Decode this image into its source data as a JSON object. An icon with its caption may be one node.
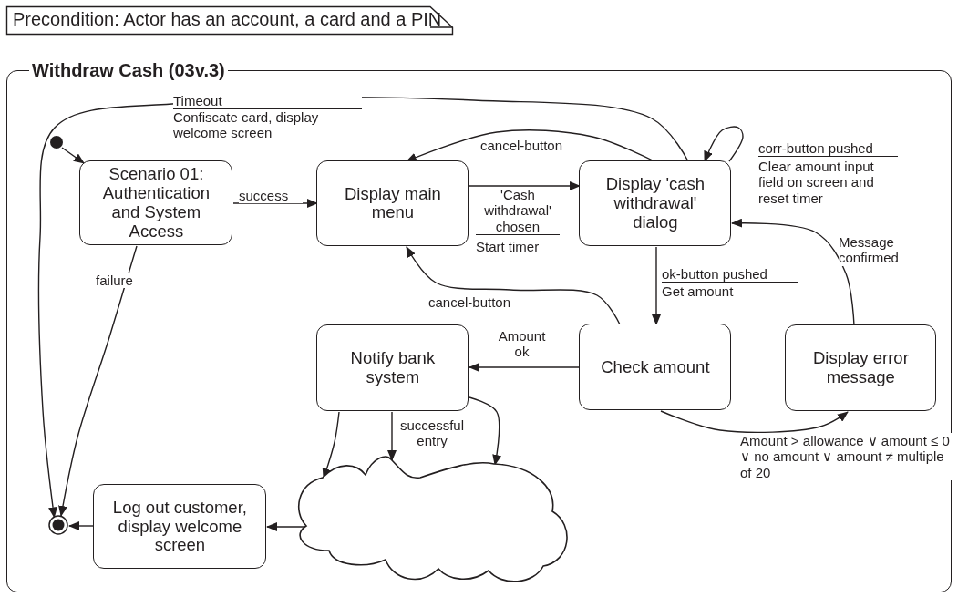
{
  "diagram": {
    "nodes": [
      {
        "text": [
          "Precondition: Actor has an account, a card and a PIN"
        ]
      },
      {
        "text": [
          "Withdraw Cash (03v.3)"
        ]
      },
      {
        "text": [],
        "shape": "circle",
        "in": 1
      },
      {
        "text": [
          "Scenario 01: Authentication and System Access"
        ],
        "in": 1
      },
      {
        "text": [
          "Display main menu"
        ],
        "in": 1
      },
      {
        "text": [
          "Display 'cash withdrawal' dialog"
        ],
        "in": 1
      },
      {
        "text": [
          "Notify bank system"
        ],
        "in": 1
      },
      {
        "text": [
          "Check amount"
        ],
        "in": 1
      },
      {
        "text": [
          "Display error message"
        ],
        "in": 1
      },
      {
        "text": [],
        "shape": "cloud",
        "in": 1
      },
      {
        "text": [
          "Log out customer, display welcome screen"
        ],
        "in": 1
      },
      {
        "text": [],
        "shape": "circle",
        "in": 1
      }
    ],
    "edges": [
      {
        "from": 5,
        "to": 11,
        "arrow": "to",
        "label": "Timeout"
      },
      {
        "from": 2,
        "to": 3,
        "arrow": "to"
      },
      {
        "from": 3,
        "to": 4,
        "arrow": "to",
        "label": "success"
      },
      {
        "from": 3,
        "to": 11,
        "arrow": "to",
        "label": "failure"
      },
      {
        "from": 4,
        "to": 5,
        "arrow": "to",
        "label": "'Cash withdrawal' chosen"
      },
      {
        "from": 5,
        "to": 4,
        "arrow": "to",
        "label": "cancel-button"
      },
      {
        "from": 5,
        "to": 5,
        "arrow": "to",
        "label": "corr-button pushed"
      },
      {
        "from": 5,
        "to": 7,
        "arrow": "to",
        "label": "ok-button pushed"
      },
      {
        "from": 7,
        "to": 4,
        "arrow": "to",
        "label": "cancel-button"
      },
      {
        "from": 7,
        "to": 6,
        "arrow": "to",
        "label": "Amount ok"
      },
      {
        "from": 7,
        "to": 8,
        "arrow": "to",
        "label": "Amount > allowance ∨ amount ≤ 0 ∨ no amount ∨ amount ≠ multiple of 20"
      },
      {
        "from": 8,
        "to": 5,
        "arrow": "to",
        "label": "Message confirmed"
      },
      {
        "from": 6,
        "to": 9,
        "arrow": "to"
      },
      {
        "from": 6,
        "to": 9,
        "arrow": "to",
        "label": "successful entry"
      },
      {
        "from": 6,
        "to": 9,
        "arrow": "to"
      },
      {
        "from": 9,
        "to": 10,
        "arrow": "to"
      },
      {
        "from": 10,
        "to": 11,
        "arrow": "to"
      }
    ],
    "labels": [
      "Confiscate card, display welcome screen",
      "Start timer",
      "Clear amount input field on screen and reset timer",
      "Get amount"
    ]
  }
}
